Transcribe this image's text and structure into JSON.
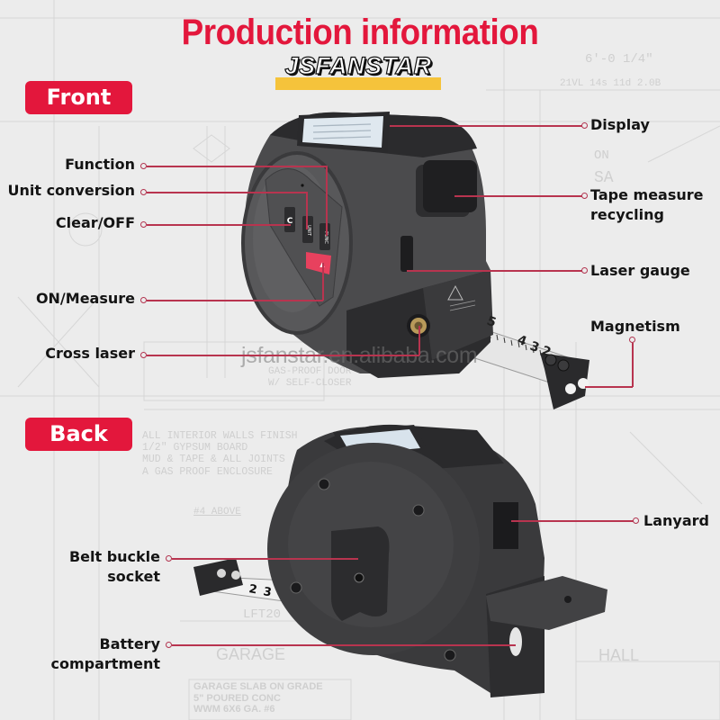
{
  "header": {
    "title": "Production information",
    "brand": "JSFANSTAR"
  },
  "sections": {
    "front": {
      "label": "Front"
    },
    "back": {
      "label": "Back"
    }
  },
  "front_callouts": {
    "function": "Function",
    "unit_conversion": "Unit conversion",
    "clear_off": "Clear/OFF",
    "on_measure": "ON/Measure",
    "cross_laser": "Cross laser",
    "display": "Display",
    "tape_recycling_line1": "Tape measure",
    "tape_recycling_line2": "recycling",
    "laser_gauge": "Laser gauge",
    "magnetism": "Magnetism"
  },
  "back_callouts": {
    "lanyard": "Lanyard",
    "belt_buckle_line1": "Belt buckle",
    "belt_buckle_line2": "socket",
    "battery_line1": "Battery",
    "battery_line2": "compartment"
  },
  "device_buttons": {
    "clear": "C",
    "unit": "UNIT",
    "func": "FUNC",
    "measure": "▲"
  },
  "tape_numbers": {
    "front": [
      "5",
      "4",
      "3",
      "2"
    ],
    "back": [
      "2",
      "3"
    ]
  },
  "watermark": "jsfanstar.en.alibaba.com",
  "blueprint_notes": {
    "dim": "6'-0 1/4\"",
    "tag1": "21VL 14s 11d 2.0B",
    "note1": "ALL INTERIOR WALLS FINISH\n1/2\" GYPSUM BOARD\nMUD & TAPE & ALL JOINTS\nA GAS PROOF ENCLOSURE",
    "above": "#4 ABOVE",
    "garage": "GARAGE",
    "hall": "HALL",
    "slab": "GARAGE SLAB ON GRADE\n5\" POURED CONC\nWWM 6X6 GA. #6",
    "door": "GAS-PROOF DOOR\nW/ SELF-CLOSER",
    "lft": "LFT20",
    "sa": "SA",
    "on": "ON"
  },
  "colors": {
    "accent": "#e3173c",
    "leader": "#b8344f",
    "brand_bar": "#f5c33b",
    "background": "#ececec",
    "device_body": "#4a4a4c",
    "device_dark": "#232325"
  }
}
